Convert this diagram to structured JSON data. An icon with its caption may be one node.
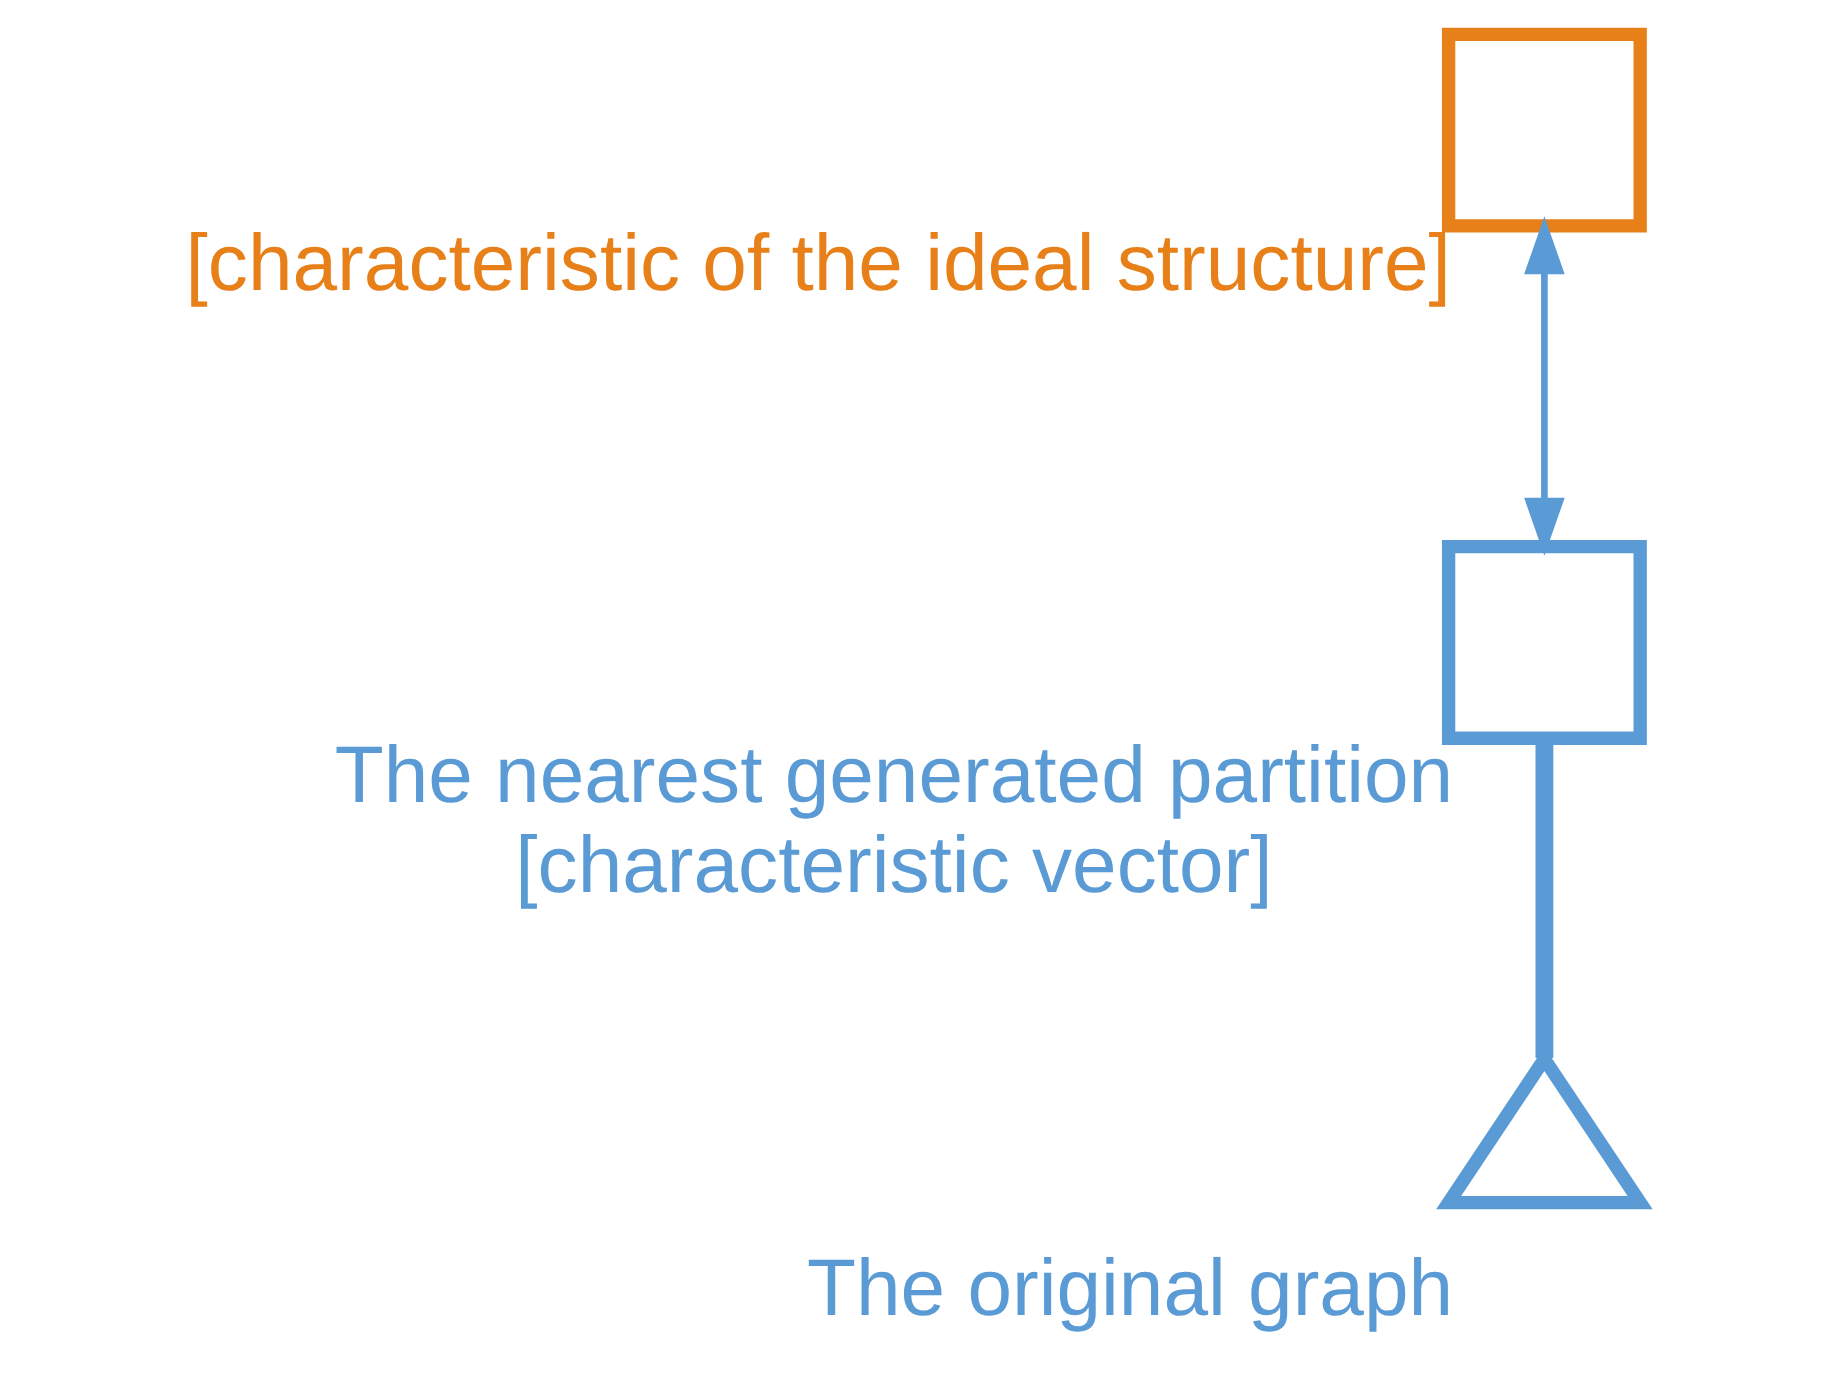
{
  "diagram": {
    "nodes": [
      {
        "text": [],
        "shape": "box",
        "beside": [
          "[characteristic of the ideal structure]"
        ]
      },
      {
        "text": [],
        "shape": "box",
        "beside": [
          "The nearest generated partition",
          "[characteristic vector]"
        ]
      },
      {
        "text": [],
        "shape": "triangle",
        "beside": [
          "The original graph"
        ]
      }
    ],
    "edges": [
      {
        "from": 1,
        "to": 0,
        "arrow": "both"
      },
      {
        "from": 2,
        "to": 1,
        "arrow": "none",
        "style": "thick"
      }
    ]
  }
}
